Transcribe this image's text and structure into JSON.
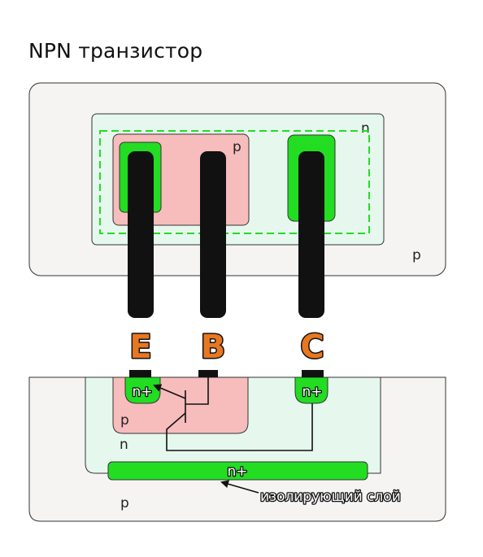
{
  "title": "NPN транзистор",
  "colors": {
    "substrate": "#f6f4f3",
    "n_well": "#e6f8ee",
    "p_base": "#f7bcbc",
    "n_plus": "#22dd22",
    "metal": "#111111",
    "terminal_text": "#e87722",
    "dashed_outline": "#22dd22"
  },
  "top_view": {
    "substrate_label": "p",
    "n_well_label": "n",
    "base_label": "p"
  },
  "terminals": {
    "emitter": "E",
    "base": "B",
    "collector": "C"
  },
  "cross_section": {
    "emitter_region": "n+",
    "collector_region": "n+",
    "base_label": "p",
    "well_label": "n",
    "substrate_label": "p",
    "buried_layer_label": "n+",
    "buried_layer_caption": "изолирующий слой"
  },
  "icons": {
    "transistor": "npn-transistor-symbol-icon",
    "pointer": "arrow-icon"
  }
}
